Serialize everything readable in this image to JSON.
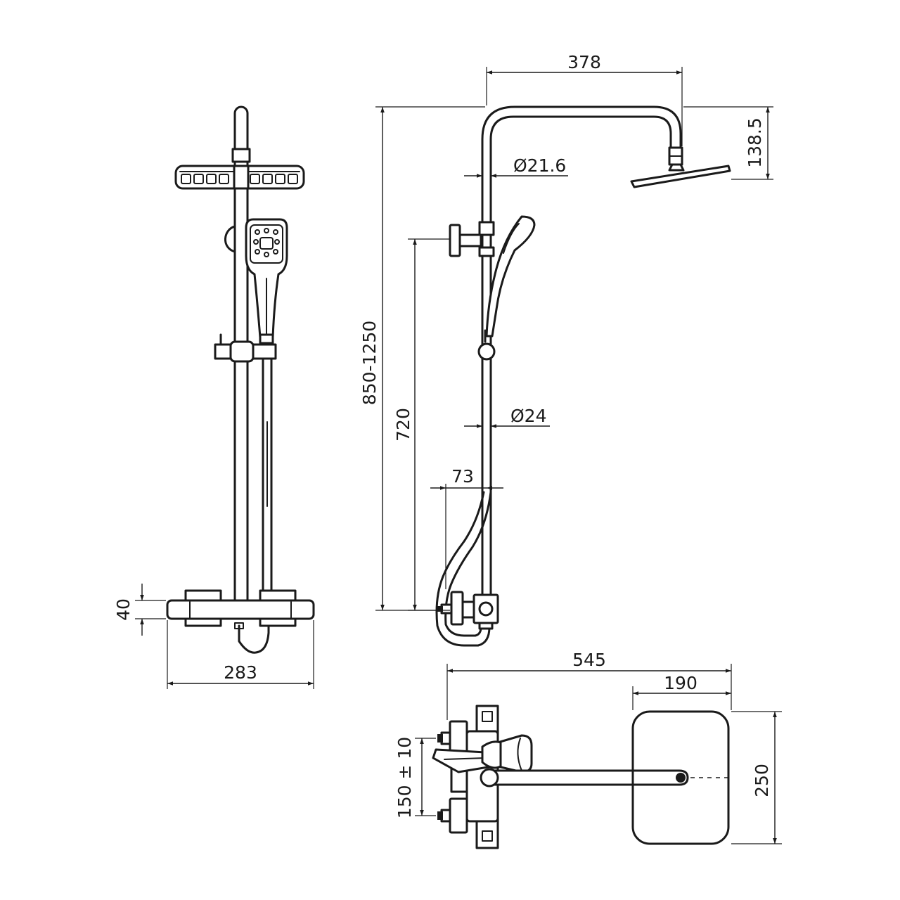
{
  "dimensions": {
    "arm_length": "378",
    "head_drop": "138.5",
    "arm_pipe_diameter": "Ø21.6",
    "total_height": "850-1250",
    "hand_shower_height": "720",
    "riser_pipe_diameter": "Ø24",
    "hose_offset": "73",
    "mixer_height": "40",
    "mixer_width": "283",
    "total_depth": "545",
    "head_depth": "190",
    "head_width": "250",
    "inlet_spacing": "150 ± 10"
  }
}
